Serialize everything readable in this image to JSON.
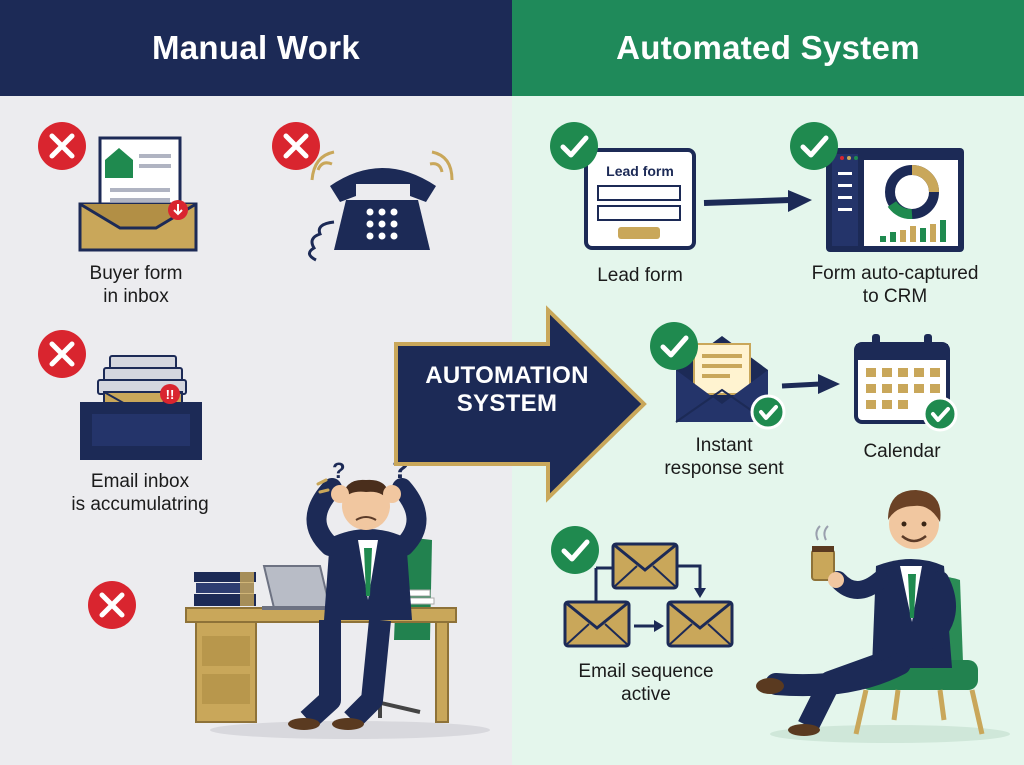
{
  "left": {
    "title": "Manual Work",
    "items": [
      {
        "label": "Buyer form\nin inbox",
        "icon": "document-inbox-icon"
      },
      {
        "label": "",
        "icon": "telephone-icon"
      },
      {
        "label": "Email inbox\nis accumulatring",
        "icon": "email-tray-icon"
      },
      {
        "label": "",
        "icon": "stressed-worker-icon"
      }
    ]
  },
  "center": {
    "arrow_text": "AUTOMATION\nSYSTEM"
  },
  "right": {
    "title": "Automated System",
    "items": [
      {
        "label": "Lead form",
        "icon": "lead-form-icon",
        "inner_text": "Lead form"
      },
      {
        "label": "Form auto-captured\nto CRM",
        "icon": "crm-dashboard-icon"
      },
      {
        "label": "Instant\nresponse sent",
        "icon": "envelope-icon"
      },
      {
        "label": "Calendar",
        "icon": "calendar-icon"
      },
      {
        "label": "Email sequence\nactive",
        "icon": "email-sequence-icon"
      },
      {
        "label": "",
        "icon": "relaxed-worker-icon"
      }
    ]
  },
  "colors": {
    "navy": "#1c2a56",
    "green": "#1f8a5a",
    "gold": "#c9a75a",
    "red": "#d9252f",
    "check_green": "#1f8a4f"
  }
}
